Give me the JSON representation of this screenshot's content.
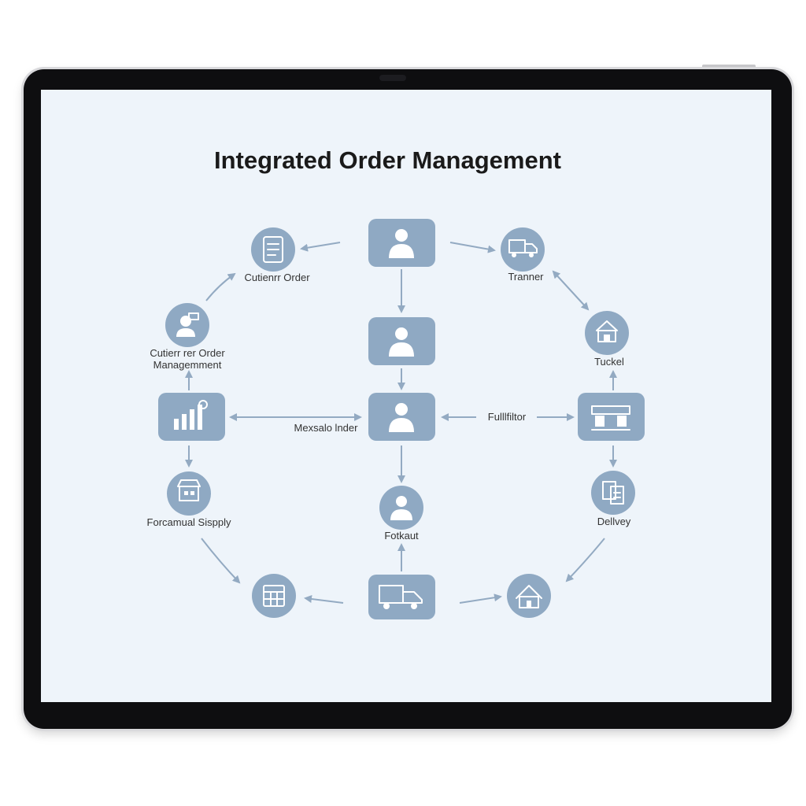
{
  "title": "Integrated Order Management",
  "nodes": [
    {
      "id": "n-customer-order",
      "label": "Cutienrr Order",
      "icon": "tablet-icon"
    },
    {
      "id": "n-top-person",
      "label": "",
      "icon": "person-icon"
    },
    {
      "id": "n-trans",
      "label": "Tranner",
      "icon": "truck-icon"
    },
    {
      "id": "n-order-mgmt",
      "label": "Cutierr rer Order\nManagemment",
      "icon": "support-agent-icon"
    },
    {
      "id": "n-mid-person",
      "label": "",
      "icon": "person-icon"
    },
    {
      "id": "n-tracking",
      "label": "Tuckel",
      "icon": "warehouse-icon"
    },
    {
      "id": "n-analytics",
      "label": "",
      "icon": "bar-chart-icon"
    },
    {
      "id": "n-center-person",
      "label": "",
      "icon": "person-icon"
    },
    {
      "id": "n-fulfill-hub",
      "label": "",
      "icon": "conveyor-icon"
    },
    {
      "id": "n-forecast",
      "label": "Forcamual Sispply",
      "icon": "store-icon"
    },
    {
      "id": "n-fulfillment",
      "label": "Fotkaut",
      "icon": "person-icon"
    },
    {
      "id": "n-delivery",
      "label": "Dellvey",
      "icon": "documents-icon"
    },
    {
      "id": "n-calendar",
      "label": "",
      "icon": "calendar-icon"
    },
    {
      "id": "n-bottom-truck",
      "label": "",
      "icon": "truck-icon"
    },
    {
      "id": "n-home",
      "label": "",
      "icon": "home-icon"
    }
  ],
  "edge_labels": {
    "left_center": "Mexsalo lnder",
    "right_center": "Fulllfiltor"
  },
  "colors": {
    "node": "#8fa9c3",
    "edge": "#93aac2",
    "screen": "#eef4fa",
    "bezel": "#0e0e10"
  }
}
